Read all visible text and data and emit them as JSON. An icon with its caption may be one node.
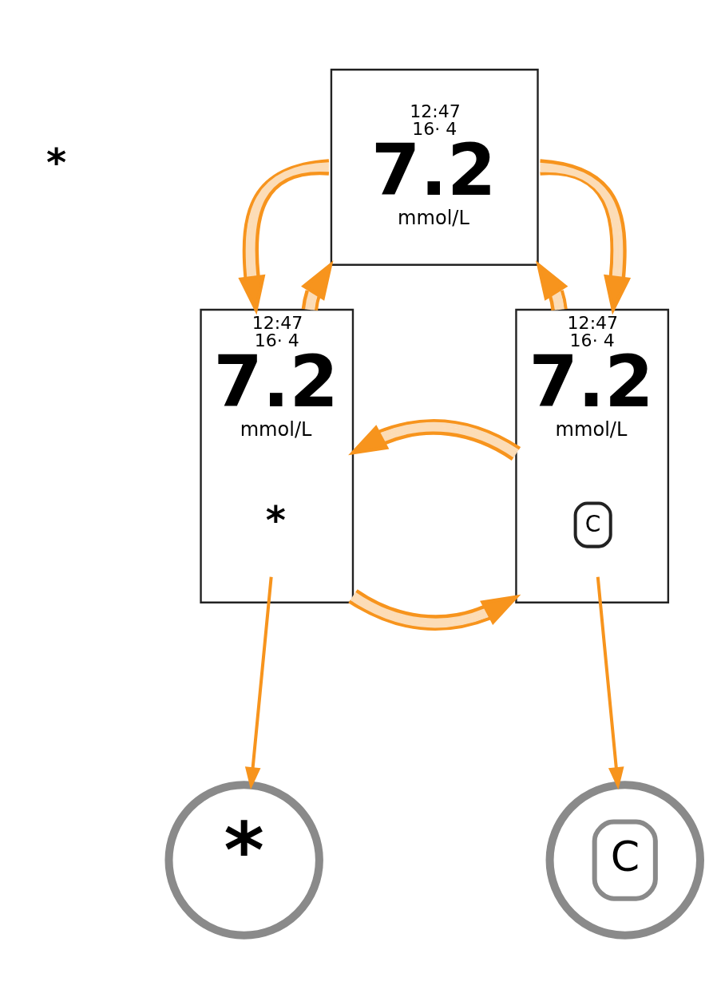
{
  "diagram": {
    "nodes": [
      {
        "text": [
          "12:47",
          "16· 4",
          "7.2",
          "mmol/L"
        ]
      },
      {
        "text": [
          "12:47",
          "16· 4",
          "7.2",
          "mmol/L"
        ]
      },
      {
        "text": [
          "*"
        ],
        "in": 1
      },
      {
        "text": [
          "12:47",
          "16· 4",
          "7.2",
          "mmol/L"
        ]
      },
      {
        "text": [
          "C"
        ],
        "in": 3
      },
      {
        "text": [
          "*"
        ]
      },
      {
        "text": [
          "C"
        ]
      }
    ],
    "edges": [
      {
        "from": 0,
        "to": 1,
        "arrow": "to"
      },
      {
        "from": 1,
        "to": 0,
        "arrow": "to"
      },
      {
        "from": 0,
        "to": 3,
        "arrow": "to"
      },
      {
        "from": 3,
        "to": 0,
        "arrow": "to"
      },
      {
        "from": 1,
        "to": 3,
        "arrow": "to"
      },
      {
        "from": 3,
        "to": 1,
        "arrow": "to"
      },
      {
        "from": 2,
        "to": 5,
        "arrow": "to"
      },
      {
        "from": 4,
        "to": 6,
        "arrow": "to"
      }
    ],
    "labels": [
      "*"
    ]
  }
}
